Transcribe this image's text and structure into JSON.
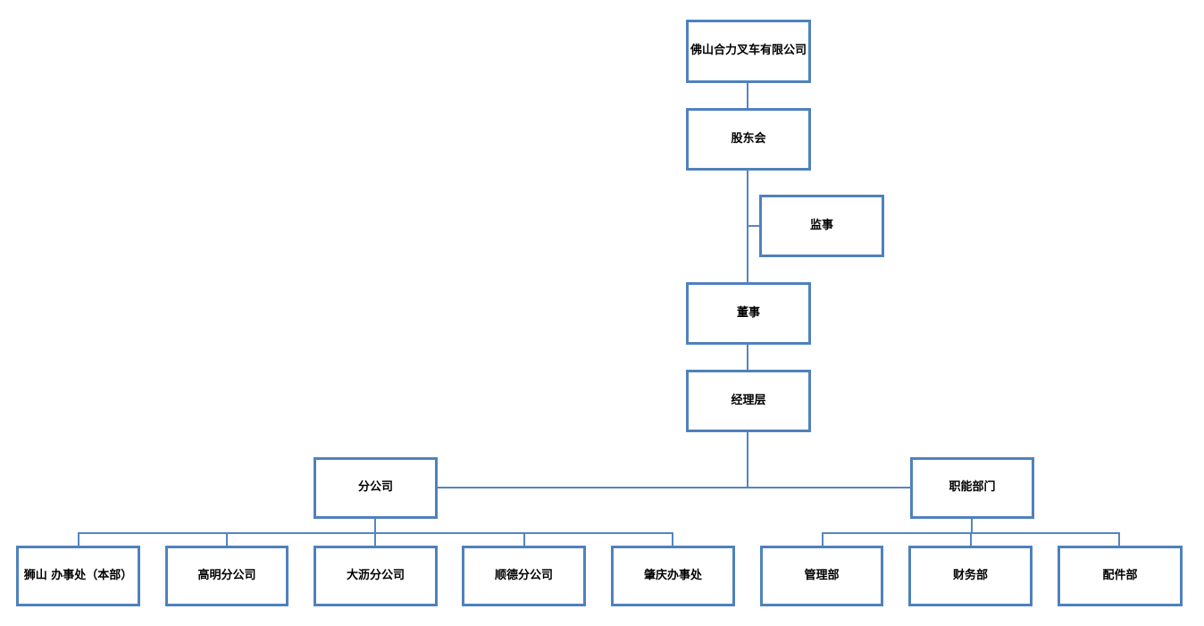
{
  "colors": {
    "box_border": "#4f81bd",
    "box_fill": "#ffffff",
    "connector": "#5585c0",
    "text": "#000000",
    "background": "#ffffff"
  },
  "nodes": {
    "company": "佛山合力叉车有限公司",
    "shareholders": "股东会",
    "supervisor": "监事",
    "director": "董事",
    "management": "经理层",
    "branches": "分公司",
    "functional": "职能部门",
    "shishan": "狮山 办事处（本部）",
    "gaoming": "高明分公司",
    "dali": "大沥分公司",
    "shunde": "顺德分公司",
    "zhaoqing": "肇庆办事处",
    "management_dept": "管理部",
    "finance_dept": "财务部",
    "parts_dept": "配件部"
  },
  "edges": [
    {
      "from": "company",
      "to": "shareholders"
    },
    {
      "from": "shareholders",
      "to": "supervisor",
      "style": "side-branch"
    },
    {
      "from": "shareholders",
      "to": "director"
    },
    {
      "from": "director",
      "to": "management"
    },
    {
      "from": "management",
      "to": "branches"
    },
    {
      "from": "management",
      "to": "functional"
    },
    {
      "from": "branches",
      "to": "shishan"
    },
    {
      "from": "branches",
      "to": "gaoming"
    },
    {
      "from": "branches",
      "to": "dali"
    },
    {
      "from": "branches",
      "to": "shunde"
    },
    {
      "from": "branches",
      "to": "zhaoqing"
    },
    {
      "from": "functional",
      "to": "management_dept"
    },
    {
      "from": "functional",
      "to": "finance_dept"
    },
    {
      "from": "functional",
      "to": "parts_dept"
    }
  ]
}
